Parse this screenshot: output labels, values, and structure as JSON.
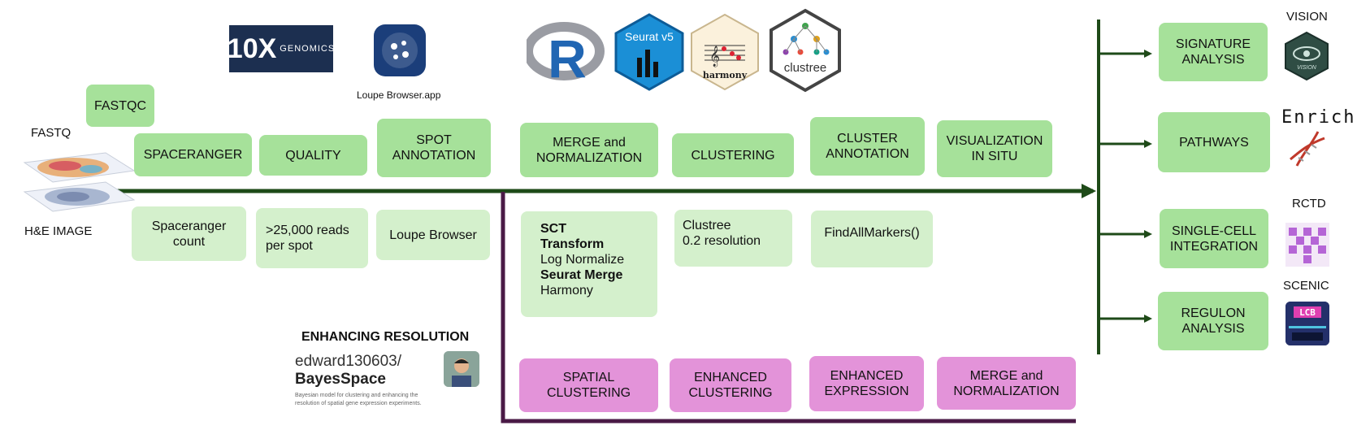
{
  "inputs": {
    "fastq": "FASTQ",
    "he_image": "H&E IMAGE"
  },
  "logos": {
    "tenx": {
      "text": "10X",
      "sub": "GENOMICS"
    },
    "loupe_caption": "Loupe Browser.app",
    "seurat": "Seurat v5",
    "harmony": "harmony",
    "clustree": "clustree",
    "r": "R"
  },
  "top_steps": {
    "fastqc": "FASTQC",
    "spaceranger": "SPACERANGER",
    "quality": "QUALITY",
    "spot_annotation": "SPOT ANNOTATION",
    "merge_norm": "MERGE and NORMALIZATION",
    "clustering": "CLUSTERING",
    "cluster_annotation": "CLUSTER ANNOTATION",
    "visualization": "VISUALIZATION IN SITU"
  },
  "tools": {
    "spaceranger_count": "Spaceranger count",
    "reads": ">25,000 reads per spot",
    "loupe": "Loupe Browser",
    "sct1": "SCT",
    "sct2": "Transform",
    "lognorm": "Log Normalize",
    "seurat_merge": "Seurat Merge",
    "harmony": "Harmony",
    "clustree1": "Clustree",
    "clustree2": "0.2 resolution",
    "findmarkers": "FindAllMarkers()"
  },
  "enhancing": {
    "title": "ENHANCING RESOLUTION",
    "repo_user": "edward130603/",
    "repo_name": "BayesSpace",
    "desc1": "Bayesian model for clustering and enhancing the",
    "desc2": "resolution of spatial gene expression experiments."
  },
  "pink_steps": {
    "spatial": "SPATIAL CLUSTERING",
    "enh_clustering": "ENHANCED CLUSTERING",
    "enh_expression": "ENHANCED EXPRESSION",
    "merge_norm": "MERGE and NORMALIZATION"
  },
  "right_steps": {
    "signature": "SIGNATURE ANALYSIS",
    "pathways": "PATHWAYS",
    "singlecell": "SINGLE-CELL INTEGRATION",
    "regulon": "REGULON ANALYSIS"
  },
  "right_tools": {
    "vision": "VISION",
    "vision_logo": "VISION",
    "enrichr": "Enrichr",
    "rctd": "RCTD",
    "scenic": "SCENIC",
    "scenic_logo": "LCB"
  },
  "colors": {
    "main_line": "#1e4a18",
    "pink_line": "#4a1a46",
    "green": "#a6e19a",
    "light_green": "#d4f0cc",
    "pink": "#e393d9"
  }
}
